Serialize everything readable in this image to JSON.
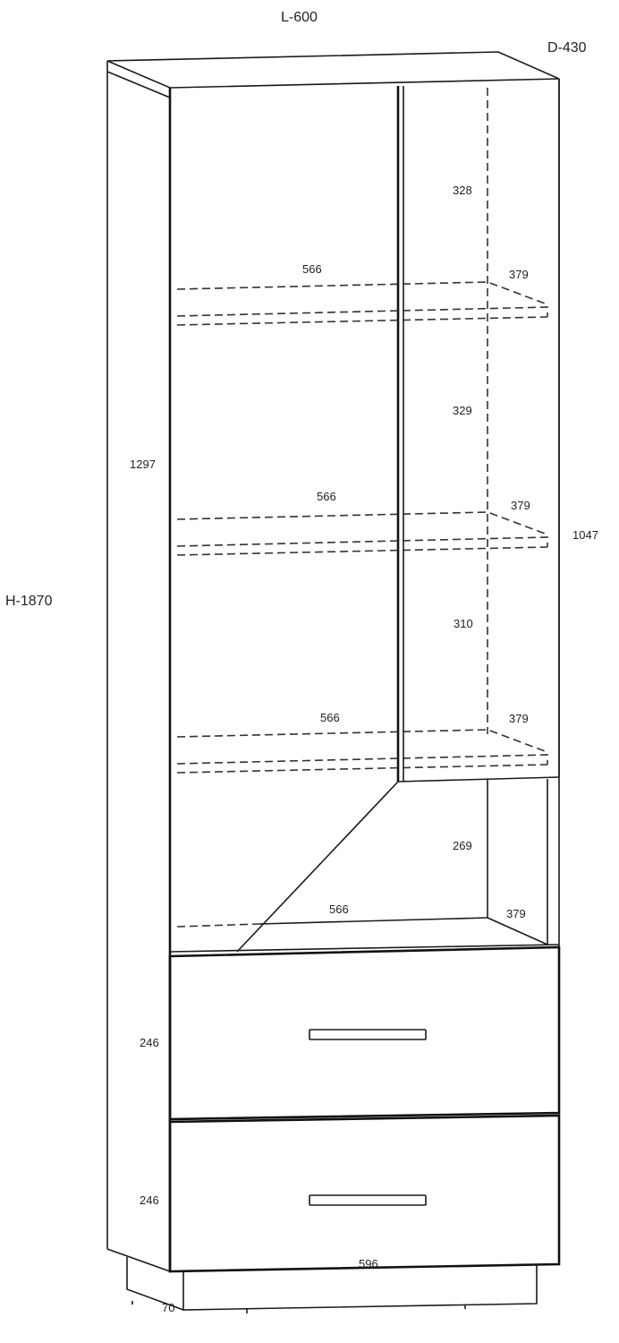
{
  "overall": {
    "width_label": "L-600",
    "depth_label": "D-430",
    "height_label": "H-1870"
  },
  "door": {
    "height_label": "1297",
    "opening_height_label": "1047"
  },
  "shelves": [
    {
      "width_label": "566",
      "depth_label": "379",
      "gap_label": "328"
    },
    {
      "width_label": "566",
      "depth_label": "379",
      "gap_label": "329"
    },
    {
      "width_label": "566",
      "depth_label": "379",
      "gap_label": "310"
    }
  ],
  "niche": {
    "width_label": "566",
    "depth_label": "379",
    "height_label": "269"
  },
  "drawers": [
    {
      "height_label": "246"
    },
    {
      "height_label": "246"
    }
  ],
  "base": {
    "width_label": "596",
    "height_label": "70"
  }
}
